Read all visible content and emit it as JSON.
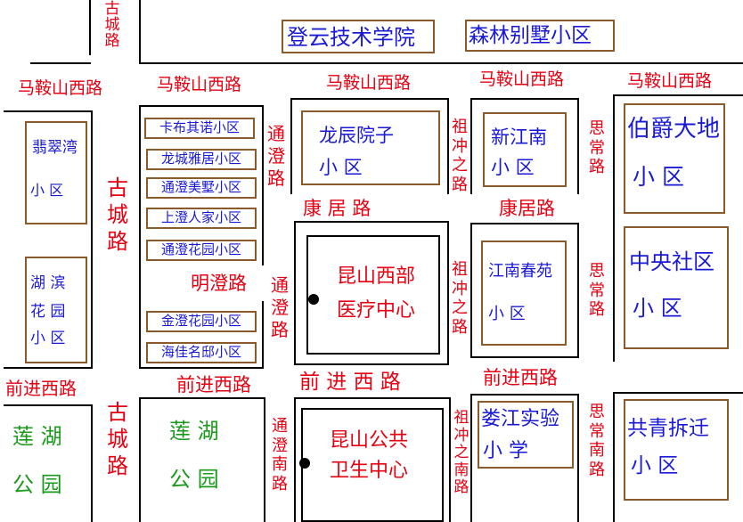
{
  "roads": {
    "gucheng_top": "古城路",
    "maanshan_xilu": "马鞍山西路",
    "gucheng_mid": "古城路",
    "tongcheng_lu": "通澄路",
    "tongcheng_lu2": "通澄路",
    "mingcheng_lu": "明澄路",
    "zuchongzhi_1": "祖冲之路",
    "zuchongzhi_2": "祖冲之路",
    "zuchongzhi_nan": "祖冲之南路",
    "kangju_1": "康 居 路",
    "kangju_2": "康居路",
    "sichang_1": "思常路",
    "sichang_2": "思常路",
    "sichang_nan": "思常南路",
    "qianjin_xilu": "前进西路",
    "qianjin_lu": "前 进 西 路",
    "gucheng_bottom": "古城路",
    "tongcheng_nanlu": "通澄南路"
  },
  "places": {
    "dengyun": "登云技术学院",
    "senlin": "森林别墅小区",
    "feicuiwan_1": "翡翠湾",
    "feicuiwan_2": "小 区",
    "hubin_1": "湖 滨",
    "hubin_2": "花 园",
    "hubin_3": "小 区",
    "kabuqinuo": "卡布其诺小区",
    "longchengyaju": "龙城雅居小区",
    "tongchengmeishu": "通澄美墅小区",
    "shangchengrenjia": "上澄人家小区",
    "tongchenghuayuan": "通澄花园小区",
    "jinchenghuayuan": "金澄花园小区",
    "haijiamingdi": "海佳名邸小区",
    "longchen_1": "龙辰院子",
    "longchen_2": "小 区",
    "xinjiangnan_1": "新江南",
    "xinjiangnan_2": "小 区",
    "bojue_1": "伯爵大地",
    "bojue_2": "小 区",
    "kunshan_xibu_1": "昆山西部",
    "kunshan_xibu_2": "医疗中心",
    "jiangnanchunyuan_1": "江南春苑",
    "jiangnanchunyuan_2": "小 区",
    "zhongyang_1": "中央社区",
    "zhongyang_2": "小 区",
    "lianhu_1": "莲 湖",
    "lianhu_2": "公 园",
    "lianhu2_1": "莲 湖",
    "lianhu2_2": "公 园",
    "kunshan_gonggong_1": "昆山公共",
    "kunshan_gonggong_2": "卫生中心",
    "loujiang_1": "娄江实验",
    "loujiang_2": "小 学",
    "gongqing_1": "共青拆迁",
    "gongqing_2": "小 区"
  },
  "colors": {
    "road": "#e60012",
    "place": "#1a1ad6",
    "park": "#1a9a1a",
    "frame": "#8b5a2b",
    "block": "#000000"
  }
}
